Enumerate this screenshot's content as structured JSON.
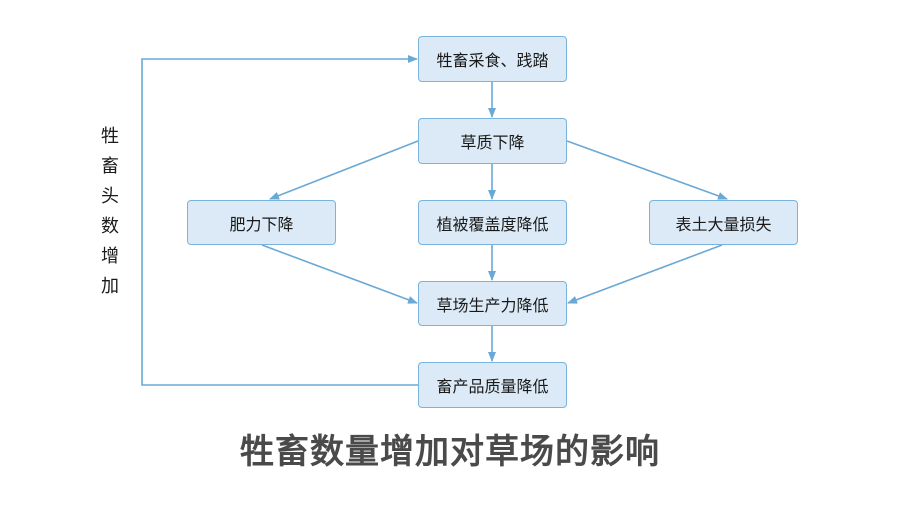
{
  "nodes": {
    "grazing": "牲畜采食、践踏",
    "grass_quality": "草质下降",
    "fertility": "肥力下降",
    "coverage": "植被覆盖度降低",
    "soil_loss": "表土大量损失",
    "productivity": "草场生产力降低",
    "livestock_quality": "畜产品质量降低"
  },
  "side_label": "牲\n畜\n头\n数\n增\n加",
  "title": "牲畜数量增加对草场的影响",
  "colors": {
    "box_fill": "#dbeaf6",
    "box_border": "#7ab4dc",
    "arrow": "#6aa9d6",
    "title": "#4a4a4a"
  }
}
